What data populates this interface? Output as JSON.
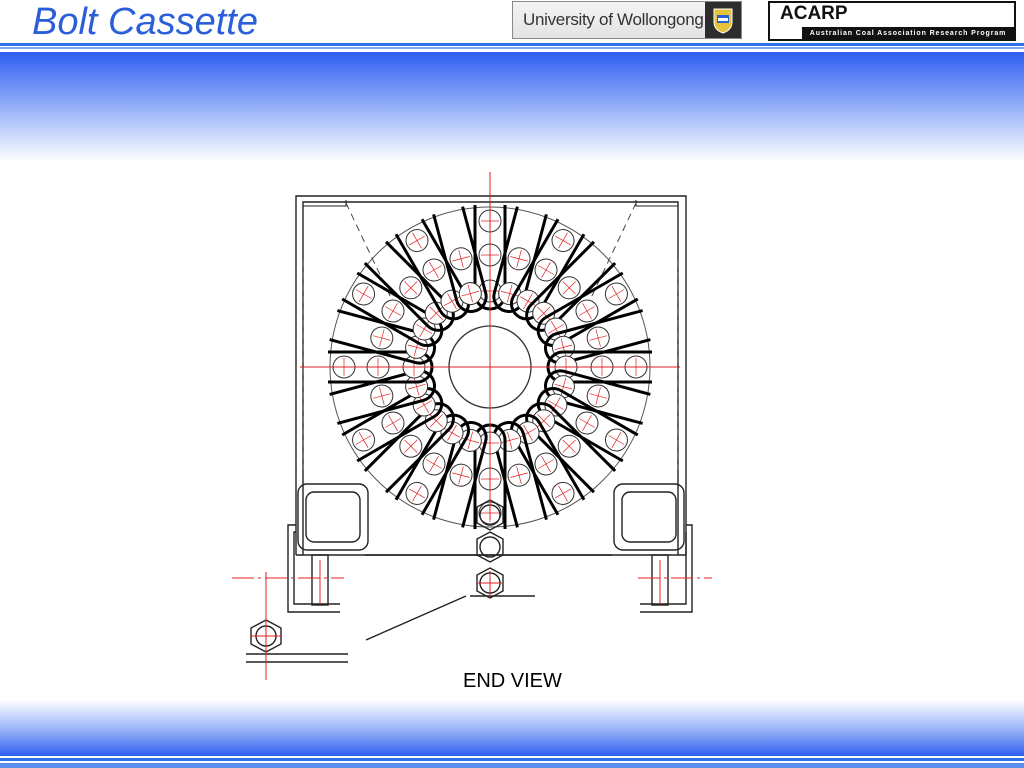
{
  "slide": {
    "title": "Bolt Cassette",
    "caption": "END VIEW"
  },
  "logos": {
    "uow": "University of Wollongong",
    "acarp_name": "ACARP",
    "acarp_full": "Australian Coal Association Research Program"
  },
  "colors": {
    "title": "#2b5fd9",
    "band": "#2f5ef0",
    "drawing_line": "#000000",
    "construction_line": "#e02020"
  },
  "drawing": {
    "pocket_count": 24
  }
}
